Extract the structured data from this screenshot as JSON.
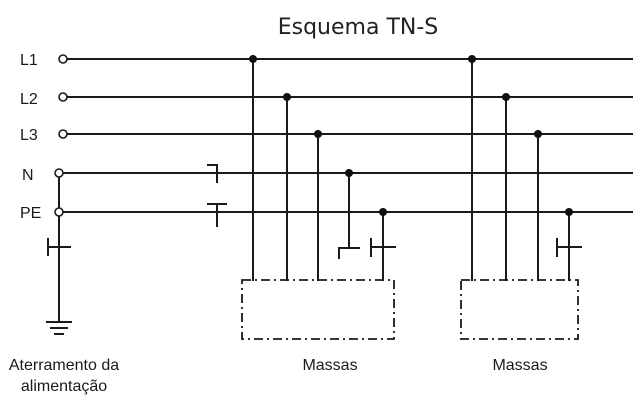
{
  "title": "Esquema TN-S",
  "conductors": [
    {
      "id": "l1",
      "label": "L1"
    },
    {
      "id": "l2",
      "label": "L2"
    },
    {
      "id": "l3",
      "label": "L3"
    },
    {
      "id": "n",
      "label": "N"
    },
    {
      "id": "pe",
      "label": "PE"
    }
  ],
  "ground_label_line1": "Aterramento da",
  "ground_label_line2": "alimentação",
  "loads": [
    {
      "label": "Massas"
    },
    {
      "label": "Massas"
    }
  ],
  "colors": {
    "line": "#1a1a1a",
    "background": "#ffffff"
  }
}
